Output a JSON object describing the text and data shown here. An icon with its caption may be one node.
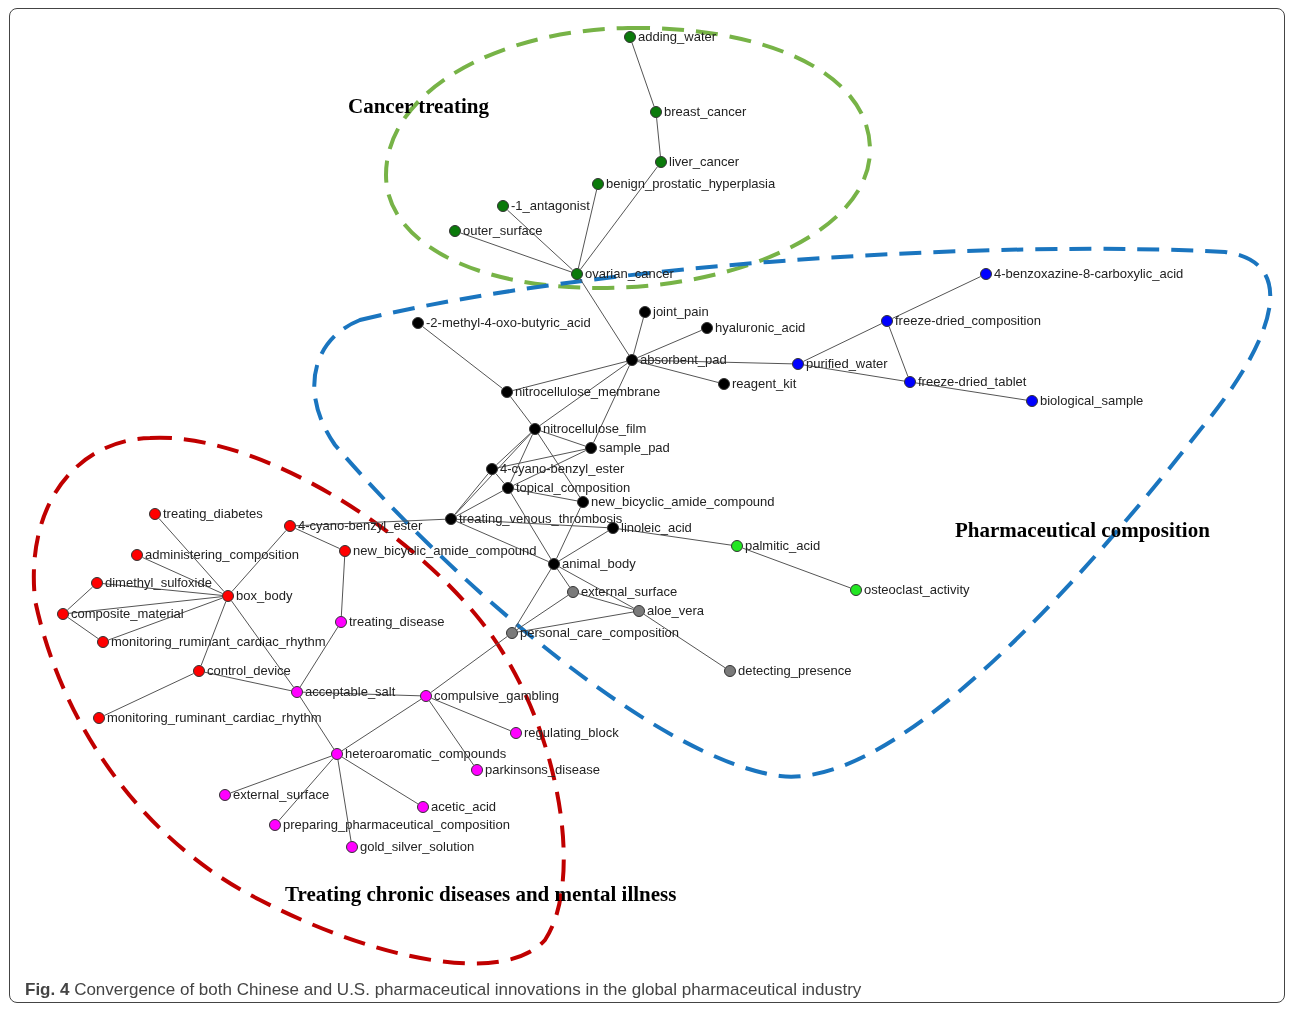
{
  "diagram": {
    "caption": "**Fig. 4** Convergence of both Chinese and U.S. pharmaceutical innovations in the global pharmaceutical industry",
    "nodes": [
      {
        "text": [
          "adding_water"
        ]
      },
      {
        "text": [
          "breast_cancer"
        ]
      },
      {
        "text": [
          "liver_cancer"
        ]
      },
      {
        "text": [
          "benign_prostatic_hyperplasia"
        ]
      },
      {
        "text": [
          "-1_antagonist"
        ]
      },
      {
        "text": [
          "outer_surface"
        ]
      },
      {
        "text": [
          "ovarian_cancer"
        ]
      },
      {
        "text": [
          "-2-methyl-4-oxo-butyric_acid"
        ]
      },
      {
        "text": [
          "joint_pain"
        ]
      },
      {
        "text": [
          "hyaluronic_acid"
        ]
      },
      {
        "text": [
          "absorbent_pad"
        ]
      },
      {
        "text": [
          "purified_water"
        ]
      },
      {
        "text": [
          "reagent_kit"
        ]
      },
      {
        "text": [
          "nitrocellulose_membrane"
        ]
      },
      {
        "text": [
          "4-benzoxazine-8-carboxylic_acid"
        ]
      },
      {
        "text": [
          "freeze-dried_composition"
        ]
      },
      {
        "text": [
          "freeze-dried_tablet"
        ]
      },
      {
        "text": [
          "biological_sample"
        ]
      },
      {
        "text": [
          "nitrocellulose_film"
        ]
      },
      {
        "text": [
          "sample_pad"
        ]
      },
      {
        "text": [
          "4-cyano-benzyl_ester"
        ]
      },
      {
        "text": [
          "topical_composition"
        ]
      },
      {
        "text": [
          "new_bicyclic_amide_compound"
        ]
      },
      {
        "text": [
          "treating_venous_thrombosis"
        ]
      },
      {
        "text": [
          "linoleic_acid"
        ]
      },
      {
        "text": [
          "palmitic_acid"
        ]
      },
      {
        "text": [
          "animal_body"
        ]
      },
      {
        "text": [
          "osteoclast_activity"
        ]
      },
      {
        "text": [
          "external_surface"
        ]
      },
      {
        "text": [
          "aloe_vera"
        ]
      },
      {
        "text": [
          "personal_care_composition"
        ]
      },
      {
        "text": [
          "detecting_presence"
        ]
      },
      {
        "text": [
          "treating_diabetes"
        ]
      },
      {
        "text": [
          "4-cyano-benzyl_ester"
        ]
      },
      {
        "text": [
          "administering_composition"
        ]
      },
      {
        "text": [
          "new_bicyclic_amide_compound"
        ]
      },
      {
        "text": [
          "dimethyl_sulfoxide"
        ]
      },
      {
        "text": [
          "box_body"
        ]
      },
      {
        "text": [
          "composite_material"
        ]
      },
      {
        "text": [
          "treating_disease"
        ]
      },
      {
        "text": [
          "monitoring_ruminant_cardiac_rhythm"
        ]
      },
      {
        "text": [
          "control_device"
        ]
      },
      {
        "text": [
          "acceptable_salt"
        ]
      },
      {
        "text": [
          "compulsive_gambling"
        ]
      },
      {
        "text": [
          "monitoring_ruminant_cardiac_rhythm"
        ]
      },
      {
        "text": [
          "regulating_block"
        ]
      },
      {
        "text": [
          "heteroaromatic_compounds"
        ]
      },
      {
        "text": [
          "parkinsons_disease"
        ]
      },
      {
        "text": [
          "external_surface"
        ]
      },
      {
        "text": [
          "acetic_acid"
        ]
      },
      {
        "text": [
          "preparing_pharmaceutical_composition"
        ]
      },
      {
        "text": [
          "gold_silver_solution"
        ]
      }
    ],
    "edges": [
      {
        "from": 0,
        "to": 1,
        "arrow": "none"
      },
      {
        "from": 1,
        "to": 2,
        "arrow": "none"
      },
      {
        "from": 2,
        "to": 6,
        "arrow": "none"
      },
      {
        "from": 3,
        "to": 6,
        "arrow": "none"
      },
      {
        "from": 4,
        "to": 6,
        "arrow": "none"
      },
      {
        "from": 5,
        "to": 6,
        "arrow": "none"
      },
      {
        "from": 6,
        "to": 10,
        "arrow": "none"
      },
      {
        "from": 7,
        "to": 13,
        "arrow": "none"
      },
      {
        "from": 8,
        "to": 10,
        "arrow": "none"
      },
      {
        "from": 9,
        "to": 10,
        "arrow": "none"
      },
      {
        "from": 10,
        "to": 11,
        "arrow": "none"
      },
      {
        "from": 10,
        "to": 12,
        "arrow": "none"
      },
      {
        "from": 10,
        "to": 13,
        "arrow": "none"
      },
      {
        "from": 10,
        "to": 18,
        "arrow": "none"
      },
      {
        "from": 10,
        "to": 19,
        "arrow": "none"
      },
      {
        "from": 13,
        "to": 18,
        "arrow": "none"
      },
      {
        "from": 11,
        "to": 15,
        "arrow": "none"
      },
      {
        "from": 11,
        "to": 16,
        "arrow": "none"
      },
      {
        "from": 15,
        "to": 14,
        "arrow": "none"
      },
      {
        "from": 15,
        "to": 16,
        "arrow": "none"
      },
      {
        "from": 16,
        "to": 17,
        "arrow": "none"
      },
      {
        "from": 18,
        "to": 19,
        "arrow": "none"
      },
      {
        "from": 18,
        "to": 20,
        "arrow": "none"
      },
      {
        "from": 18,
        "to": 21,
        "arrow": "none"
      },
      {
        "from": 18,
        "to": 22,
        "arrow": "none"
      },
      {
        "from": 18,
        "to": 23,
        "arrow": "none"
      },
      {
        "from": 19,
        "to": 20,
        "arrow": "none"
      },
      {
        "from": 19,
        "to": 21,
        "arrow": "none"
      },
      {
        "from": 20,
        "to": 21,
        "arrow": "none"
      },
      {
        "from": 20,
        "to": 23,
        "arrow": "none"
      },
      {
        "from": 21,
        "to": 22,
        "arrow": "none"
      },
      {
        "from": 21,
        "to": 23,
        "arrow": "none"
      },
      {
        "from": 21,
        "to": 26,
        "arrow": "none"
      },
      {
        "from": 22,
        "to": 26,
        "arrow": "none"
      },
      {
        "from": 23,
        "to": 24,
        "arrow": "none"
      },
      {
        "from": 23,
        "to": 26,
        "arrow": "none"
      },
      {
        "from": 24,
        "to": 26,
        "arrow": "none"
      },
      {
        "from": 24,
        "to": 25,
        "arrow": "none"
      },
      {
        "from": 25,
        "to": 27,
        "arrow": "none"
      },
      {
        "from": 26,
        "to": 28,
        "arrow": "none"
      },
      {
        "from": 26,
        "to": 29,
        "arrow": "none"
      },
      {
        "from": 26,
        "to": 30,
        "arrow": "none"
      },
      {
        "from": 28,
        "to": 29,
        "arrow": "none"
      },
      {
        "from": 28,
        "to": 30,
        "arrow": "none"
      },
      {
        "from": 29,
        "to": 30,
        "arrow": "none"
      },
      {
        "from": 29,
        "to": 31,
        "arrow": "none"
      },
      {
        "from": 30,
        "to": 43,
        "arrow": "none"
      },
      {
        "from": 33,
        "to": 23,
        "arrow": "none"
      },
      {
        "from": 33,
        "to": 35,
        "arrow": "none"
      },
      {
        "from": 33,
        "to": 37,
        "arrow": "none"
      },
      {
        "from": 35,
        "to": 39,
        "arrow": "none"
      },
      {
        "from": 32,
        "to": 37,
        "arrow": "none"
      },
      {
        "from": 34,
        "to": 37,
        "arrow": "none"
      },
      {
        "from": 36,
        "to": 37,
        "arrow": "none"
      },
      {
        "from": 36,
        "to": 38,
        "arrow": "none"
      },
      {
        "from": 38,
        "to": 37,
        "arrow": "none"
      },
      {
        "from": 38,
        "to": 40,
        "arrow": "none"
      },
      {
        "from": 40,
        "to": 37,
        "arrow": "none"
      },
      {
        "from": 37,
        "to": 41,
        "arrow": "none"
      },
      {
        "from": 37,
        "to": 42,
        "arrow": "none"
      },
      {
        "from": 41,
        "to": 42,
        "arrow": "none"
      },
      {
        "from": 41,
        "to": 44,
        "arrow": "none"
      },
      {
        "from": 39,
        "to": 42,
        "arrow": "none"
      },
      {
        "from": 42,
        "to": 43,
        "arrow": "none"
      },
      {
        "from": 42,
        "to": 46,
        "arrow": "none"
      },
      {
        "from": 43,
        "to": 46,
        "arrow": "none"
      },
      {
        "from": 43,
        "to": 45,
        "arrow": "none"
      },
      {
        "from": 43,
        "to": 47,
        "arrow": "none"
      },
      {
        "from": 46,
        "to": 48,
        "arrow": "none"
      },
      {
        "from": 46,
        "to": 50,
        "arrow": "none"
      },
      {
        "from": 46,
        "to": 49,
        "arrow": "none"
      },
      {
        "from": 46,
        "to": 51,
        "arrow": "none"
      }
    ],
    "labels": [
      "Cancer treating",
      "Pharmaceutical composition",
      "Treating chronic diseases and mental illness"
    ]
  }
}
